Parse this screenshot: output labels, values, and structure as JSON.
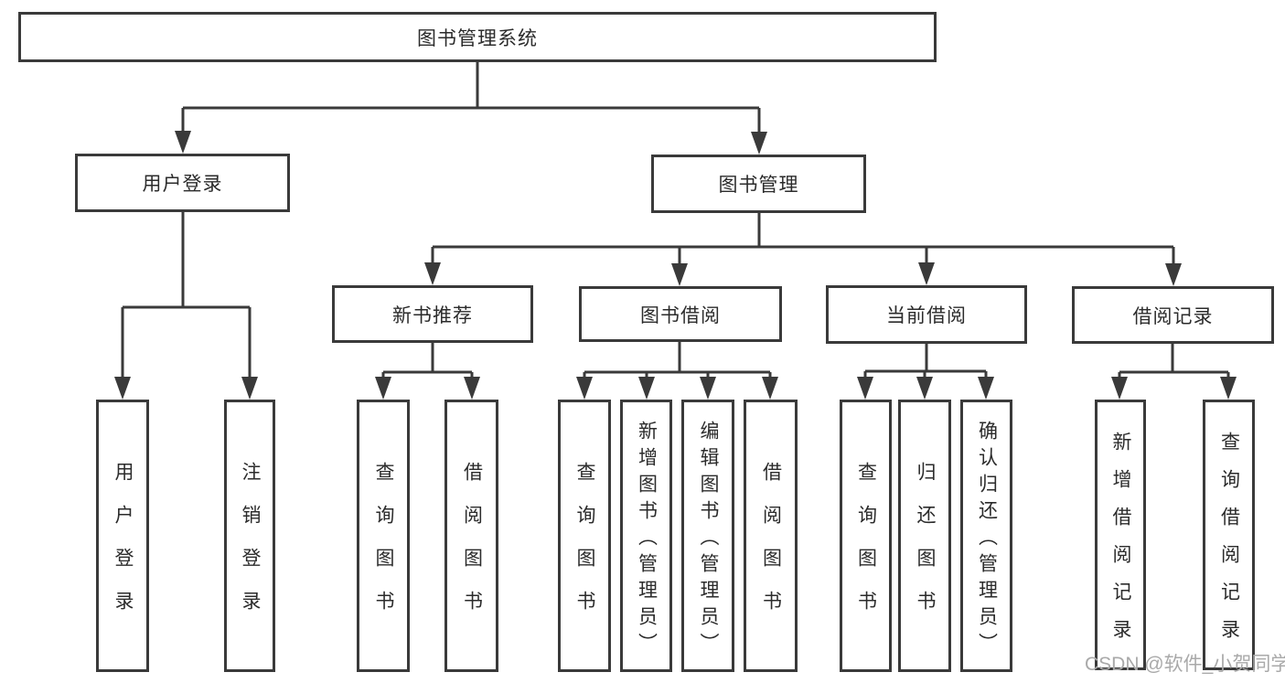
{
  "diagram": {
    "title": "图书管理系统",
    "branches": {
      "user_login": {
        "label": "用户登录",
        "children": [
          "用户登录",
          "注销登录"
        ]
      },
      "book_mgmt": {
        "label": "图书管理",
        "sections": [
          {
            "label": "新书推荐",
            "children": [
              "查询图书",
              "借阅图书"
            ]
          },
          {
            "label": "图书借阅",
            "children": [
              "查询图书",
              "新增图书（管理员）",
              "编辑图书（管理员）",
              "借阅图书"
            ]
          },
          {
            "label": "当前借阅",
            "children": [
              "查询图书",
              "归还图书",
              "确认归还（管理员）"
            ]
          },
          {
            "label": "借阅记录",
            "children": [
              "新增借阅记录",
              "查询借阅记录"
            ]
          }
        ]
      }
    }
  },
  "watermark": {
    "text": "CSDN @软件_小贺同学",
    "color": "#a9a9a9"
  },
  "colors": {
    "line": "#3a3a3a",
    "box_border": "#3a3a3a",
    "text": "#2b2b2b",
    "background": "#ffffff"
  }
}
